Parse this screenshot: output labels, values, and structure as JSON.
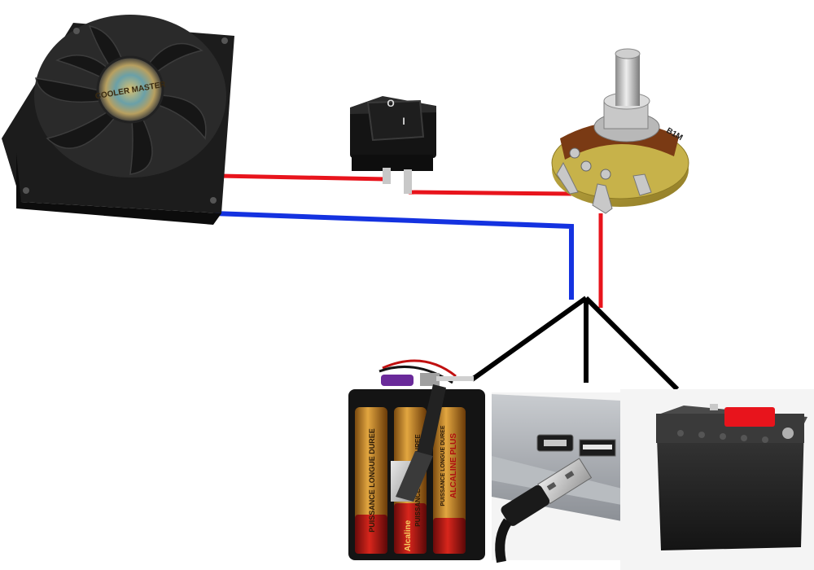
{
  "diagram": {
    "fan": {
      "brand_label": "COOLER MASTER"
    },
    "switch": {
      "on_symbol": "O",
      "off_symbol": "I"
    },
    "potentiometer": {
      "marking": "B1M"
    },
    "batteries": {
      "battery_1_text": "PUISSANCE LONGUE DUREE",
      "battery_2_brand": "Alcaline",
      "battery_2_text": "PUISSANCE LONGUE DUREE",
      "battery_3_brand": "ALCALINE PLUS",
      "battery_3_text": "PUISSANCE LONGUE DUREE"
    },
    "colors": {
      "positive_wire": "#e8141c",
      "negative_wire": "#1432e0",
      "branch_wire": "#000000"
    }
  }
}
